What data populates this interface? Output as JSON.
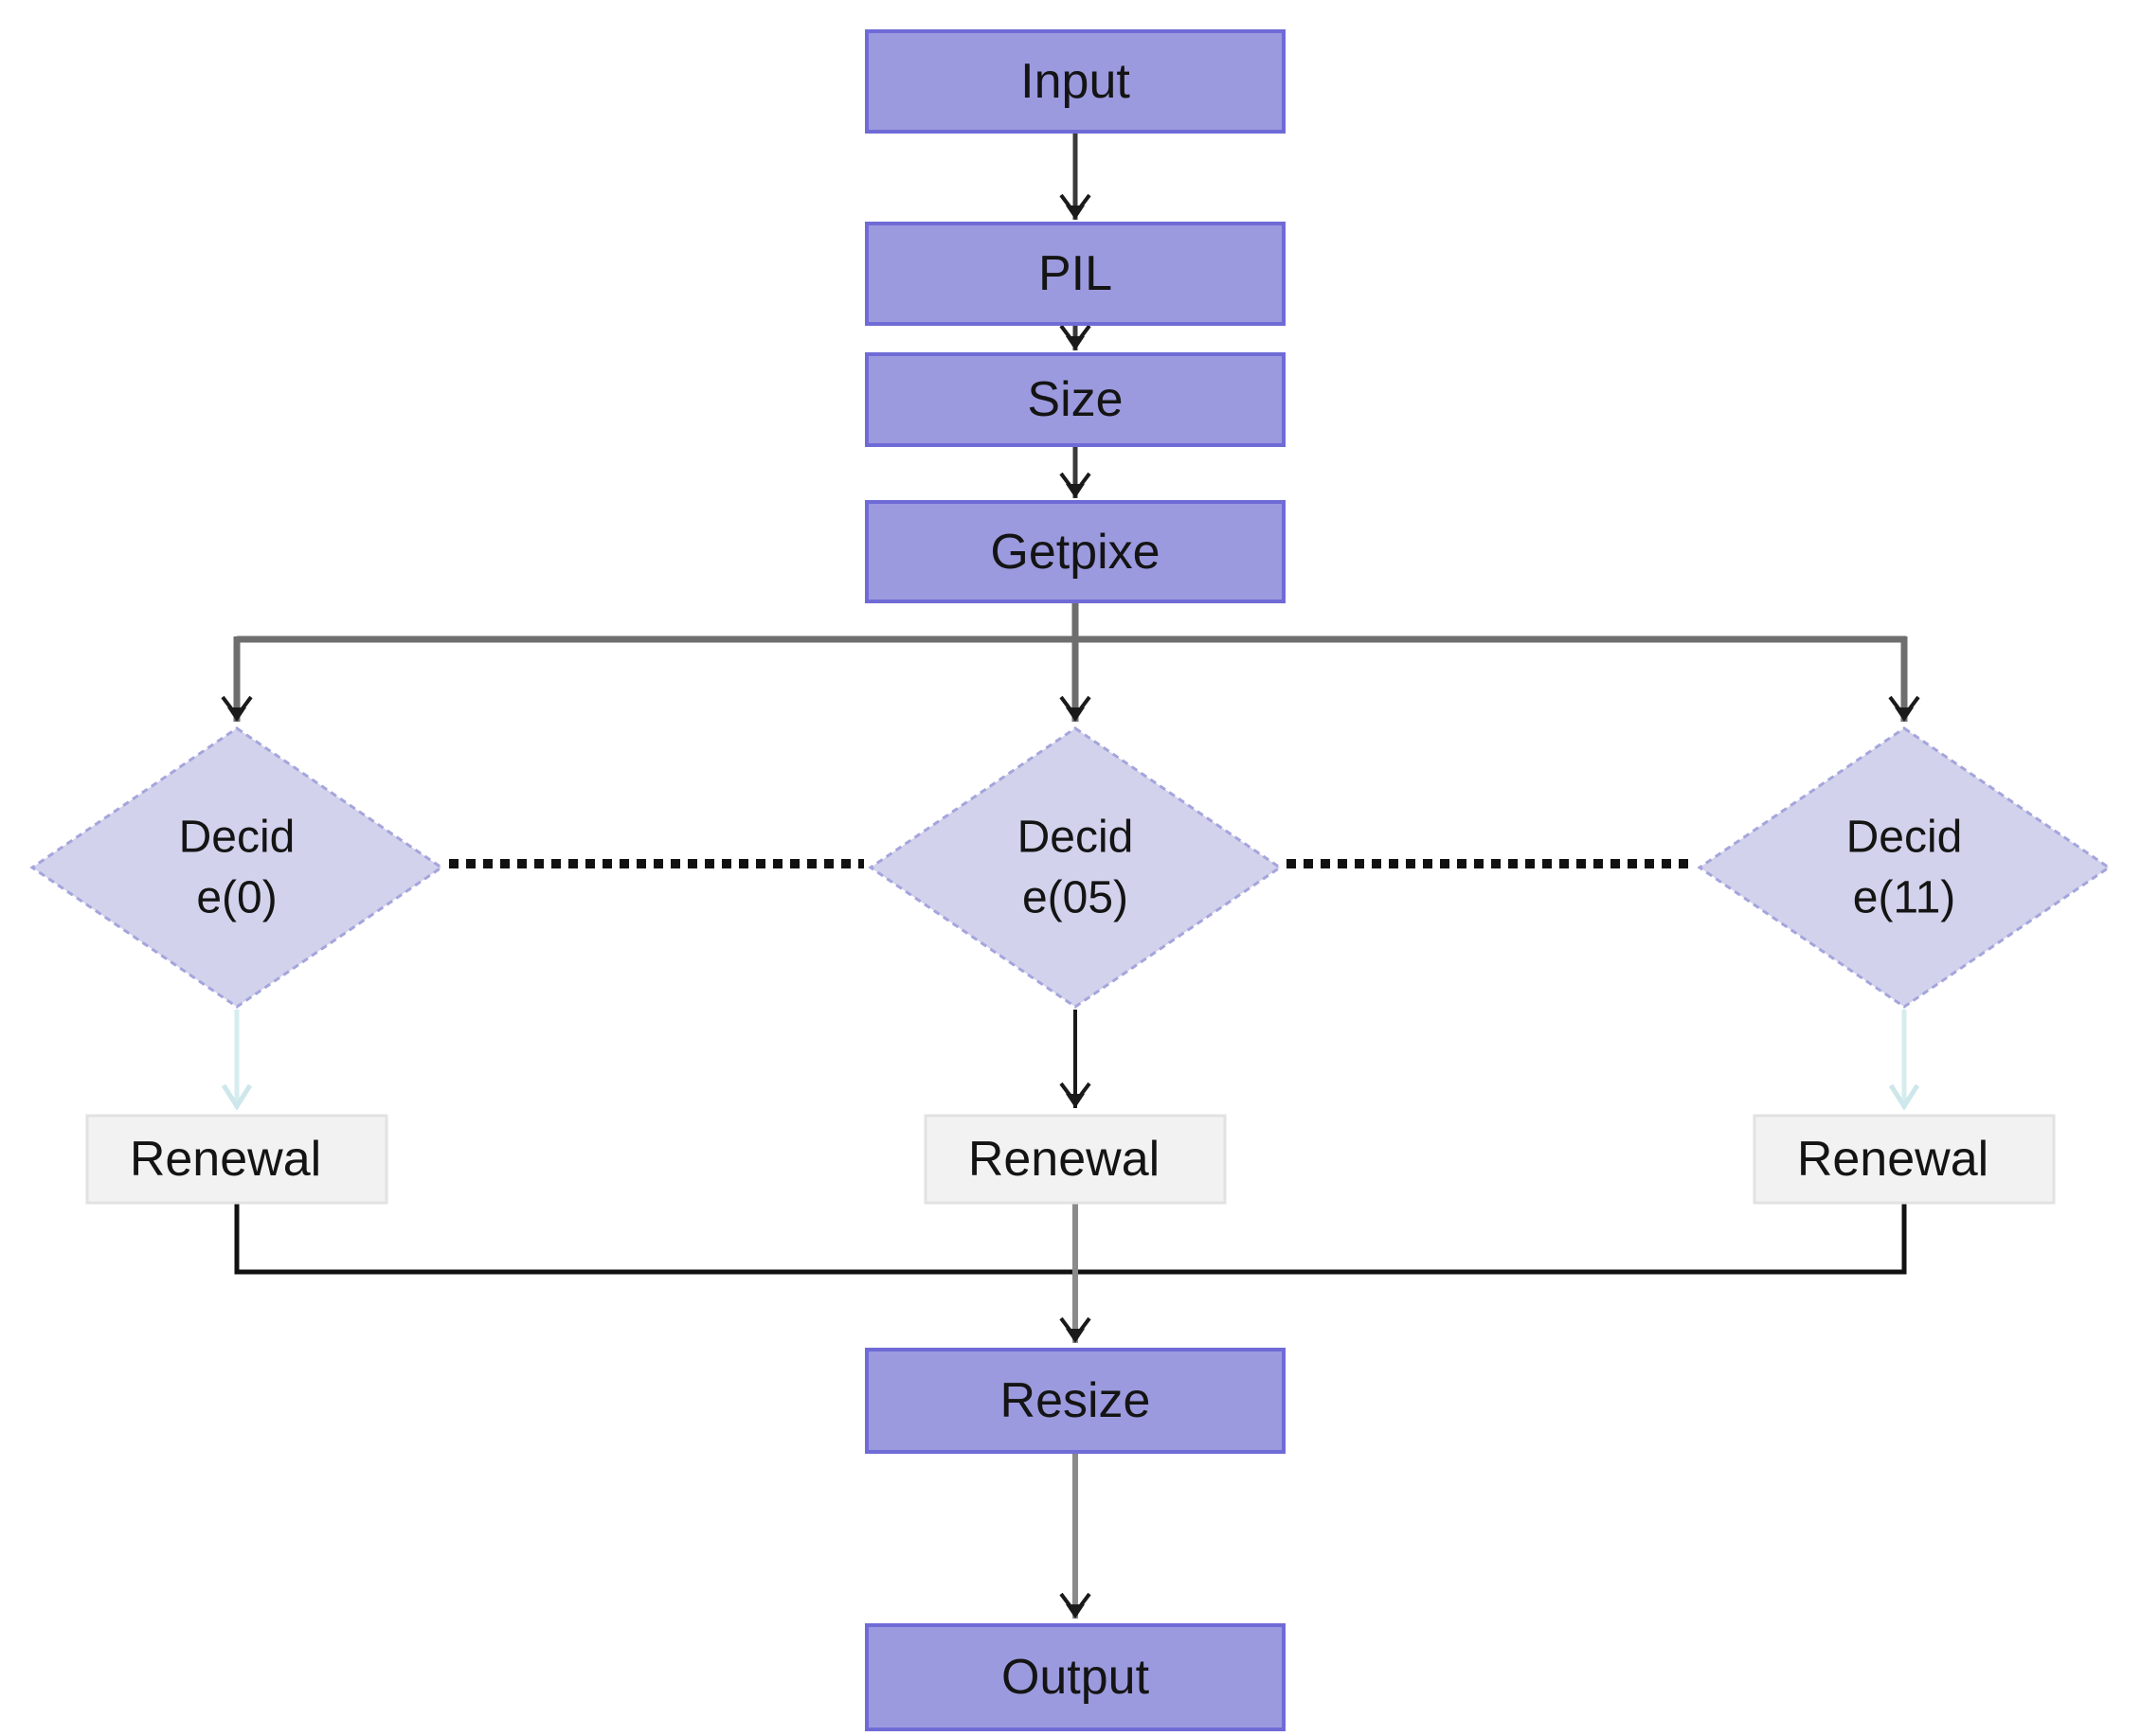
{
  "diagram": {
    "title": "image processing flowchart",
    "background": "#ffffff",
    "colors": {
      "process_fill": "#9c9ade",
      "process_border": "#6f6bd6",
      "decision_fill": "#d2d2ec",
      "decision_border": "#a5a5dd",
      "renewal_fill": "#f2f2f2",
      "renewal_border": "#e2e2e2",
      "connector_dark": "#3a3a3a",
      "connector_gray": "#6e6e6e",
      "connector_black": "#111111",
      "connector_light_cyan": "#d7ecee",
      "text": "#141414"
    },
    "nodes": {
      "input": {
        "type": "process",
        "label": "Input"
      },
      "pil": {
        "type": "process",
        "label": "PIL"
      },
      "size": {
        "type": "process",
        "label": "Size"
      },
      "getpixe": {
        "type": "process",
        "label": "Getpixe"
      },
      "decide0": {
        "type": "decision",
        "label_line1": "Decid",
        "label_line2": "e(0)"
      },
      "decide05": {
        "type": "decision",
        "label_line1": "Decid",
        "label_line2": "e(05)"
      },
      "decide11": {
        "type": "decision",
        "label_line1": "Decid",
        "label_line2": "e(11)"
      },
      "renewal_left": {
        "type": "step",
        "label": "Renewal"
      },
      "renewal_mid": {
        "type": "step",
        "label": "Renewal"
      },
      "renewal_right": {
        "type": "step",
        "label": "Renewal"
      },
      "resize": {
        "type": "process",
        "label": "Resize"
      },
      "output": {
        "type": "process",
        "label": "Output"
      }
    },
    "edges": [
      {
        "from": "input",
        "to": "pil",
        "style": "solid-arrow"
      },
      {
        "from": "pil",
        "to": "size",
        "style": "solid-arrow"
      },
      {
        "from": "size",
        "to": "getpixe",
        "style": "solid-arrow"
      },
      {
        "from": "getpixe",
        "to": "decide0",
        "style": "branch-arrow"
      },
      {
        "from": "getpixe",
        "to": "decide05",
        "style": "branch-arrow"
      },
      {
        "from": "getpixe",
        "to": "decide11",
        "style": "branch-arrow"
      },
      {
        "from": "decide0",
        "to": "decide05",
        "style": "dotted"
      },
      {
        "from": "decide05",
        "to": "decide11",
        "style": "dotted"
      },
      {
        "from": "decide0",
        "to": "renewal_left",
        "style": "light-arrow"
      },
      {
        "from": "decide05",
        "to": "renewal_mid",
        "style": "solid-arrow"
      },
      {
        "from": "decide11",
        "to": "renewal_right",
        "style": "light-arrow"
      },
      {
        "from": "renewal_left",
        "to": "resize",
        "style": "elbow"
      },
      {
        "from": "renewal_mid",
        "to": "resize",
        "style": "solid-arrow"
      },
      {
        "from": "renewal_right",
        "to": "resize",
        "style": "elbow"
      },
      {
        "from": "resize",
        "to": "output",
        "style": "solid-arrow"
      }
    ]
  }
}
